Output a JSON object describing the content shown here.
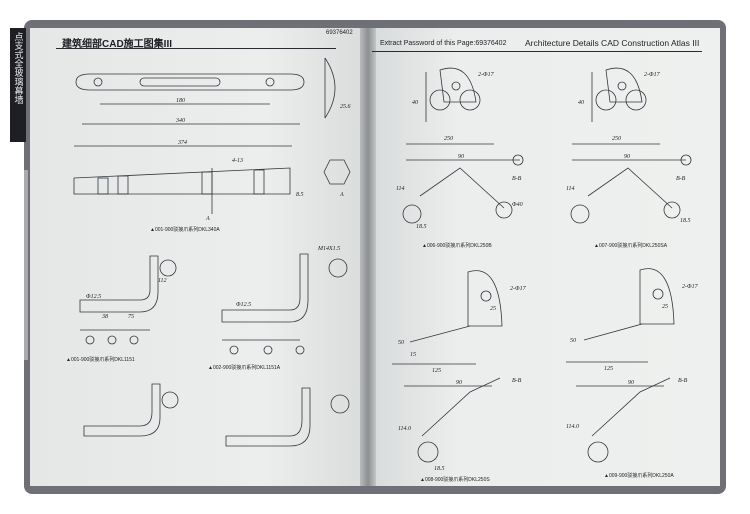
{
  "book": {
    "left_header": "建筑细部CAD施工图集III",
    "left_corner": "69376402",
    "right_header_left": "Extract Password of this Page:69376402",
    "right_header_right": "Architecture Details CAD Construction Atlas III",
    "side_tab": "点支式全玻璃幕墙"
  },
  "left_page": {
    "dims_top": [
      "180",
      "340",
      "25.6",
      "374",
      "4-13",
      "8.5"
    ],
    "labels": [
      "A",
      "A"
    ],
    "captions": [
      "▲001-900驳接爪系列DKL340A",
      "▲001-900驳接爪系列DKL1151",
      "▲002-900驳接爪系列DKL1151A"
    ],
    "dims_mid": [
      "112",
      "75",
      "38",
      "Φ12.5",
      "Φ12.5",
      "M14X1.5"
    ]
  },
  "right_page": {
    "dims": [
      "2-Φ17",
      "40",
      "25",
      "250",
      "90",
      "114",
      "Φ40",
      "18.5",
      "B-B",
      "125",
      "50",
      "15",
      "114.0"
    ],
    "captions": [
      "▲006-900驳接爪系列DKL250B",
      "▲007-900驳接爪系列DKL250SA",
      "▲008-900驳接爪系列DKL250S",
      "▲009-900驳接爪系列DKL250A"
    ]
  }
}
